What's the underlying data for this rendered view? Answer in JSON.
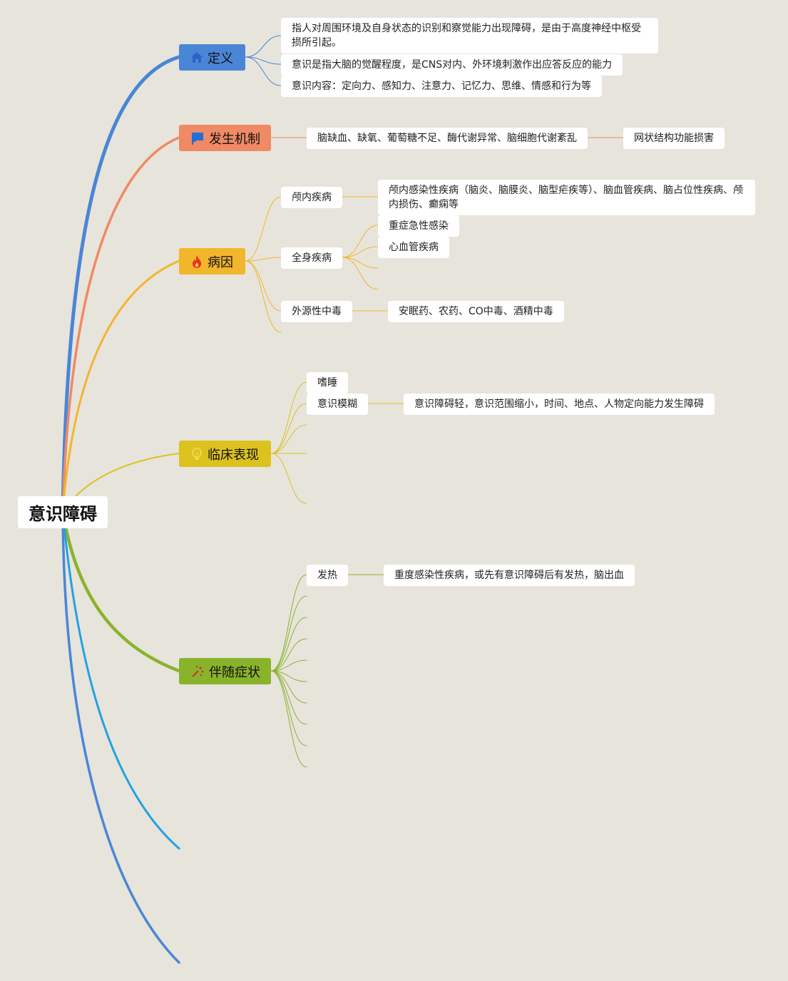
{
  "root": "意识障碍",
  "colors": {
    "definition": "#4a86d6",
    "mechanism": "#f08a64",
    "cause": "#f2b62d",
    "clinical": "#dcc21e",
    "symptoms": "#8ab32c",
    "extra1": "#22a2e0",
    "extra2": "#4a86d6"
  },
  "branches": {
    "definition": {
      "label": "定义",
      "icon": "home-icon",
      "items": [
        "指人对周围环境及自身状态的识别和察觉能力出现障碍，是由于高度神经中枢受损所引起。",
        "意识是指大脑的觉醒程度，是CNS对内、外环境刺激作出应答反应的能力",
        "意识内容：定向力、感知力、注意力、记忆力、思维、情感和行为等"
      ]
    },
    "mechanism": {
      "label": "发生机制",
      "icon": "flag-icon",
      "item": "脑缺血、缺氧、葡萄糖不足、酶代谢异常、脑细胞代谢紊乱",
      "subitem": "网状结构功能损害"
    },
    "cause": {
      "label": "病因",
      "icon": "fire-icon",
      "intracranial": {
        "label": "颅内疾病",
        "detail": "颅内感染性疾病（脑炎、脑膜炎、脑型疟疾等）、脑血管疾病、脑占位性疾病、颅内损伤、癫痫等"
      },
      "systemic": {
        "label": "全身疾病",
        "items": [
          "重症急性感染",
          "心血管疾病"
        ]
      },
      "toxic": {
        "label": "外源性中毒",
        "detail": "安眠药、农药、CO中毒、酒精中毒"
      }
    },
    "clinical": {
      "label": "临床表现",
      "icon": "bulb-icon",
      "items": [
        "嗜睡",
        "意识模糊"
      ],
      "detail": "意识障碍轻，意识范围缩小，时间、地点、人物定向能力发生障碍"
    },
    "symptoms": {
      "label": "伴随症状",
      "icon": "sparkle-icon",
      "fever": {
        "label": "发热",
        "detail": "重度感染性疾病，或先有意识障碍后有发热，脑出血"
      }
    }
  }
}
